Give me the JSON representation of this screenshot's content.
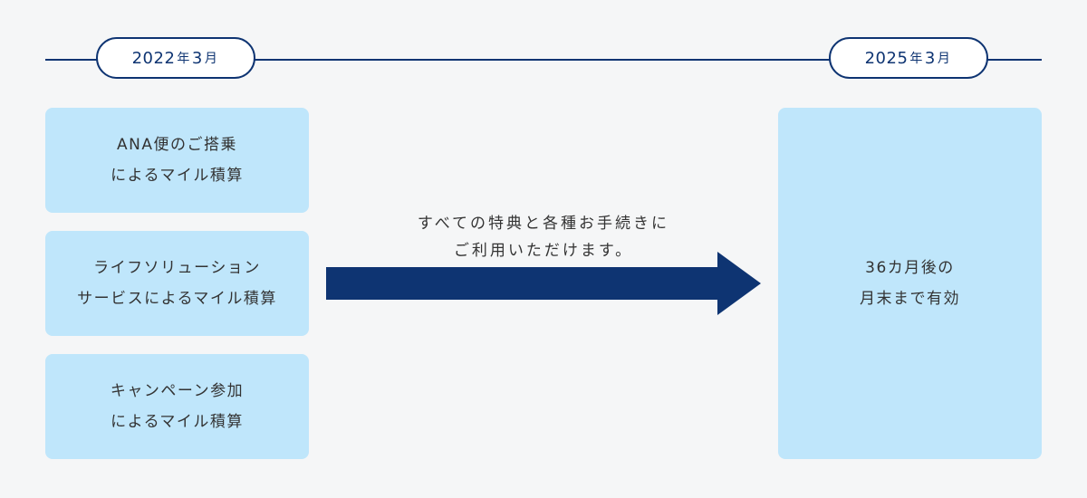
{
  "timeline": {
    "start": {
      "year": "2022",
      "year_unit": "年",
      "month": "3",
      "month_unit": "月"
    },
    "end": {
      "year": "2025",
      "year_unit": "年",
      "month": "3",
      "month_unit": "月"
    }
  },
  "sources": [
    {
      "lines": [
        "ANA便のご搭乗",
        "によるマイル積算"
      ]
    },
    {
      "lines": [
        "ライフソリューション",
        "サービスによるマイル積算"
      ]
    },
    {
      "lines": [
        "キャンペーン参加",
        "によるマイル積算"
      ]
    }
  ],
  "arrow": {
    "caption_lines": [
      "すべての特典と各種お手続きに",
      "ご利用いただけます。"
    ],
    "color": "#0e3472"
  },
  "result": {
    "lines": [
      "36カ月後の",
      "月末まで有効"
    ]
  },
  "colors": {
    "navy": "#0e3472",
    "card_bg": "#bfe6fb",
    "page_bg": "#f5f6f7",
    "text": "#333333"
  }
}
